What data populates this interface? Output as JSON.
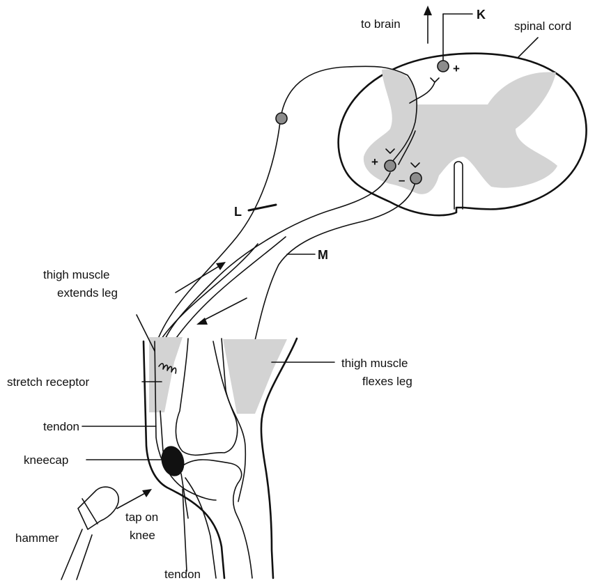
{
  "labels": {
    "to_brain": "to brain",
    "K": "K",
    "spinal_cord": "spinal cord",
    "L": "L",
    "M": "M",
    "thigh_extends_1": "thigh muscle",
    "thigh_extends_2": "extends leg",
    "stretch_receptor": "stretch receptor",
    "thigh_flexes_1": "thigh muscle",
    "thigh_flexes_2": "flexes leg",
    "tendon_upper": "tendon",
    "kneecap": "kneecap",
    "hammer": "hammer",
    "tap_1": "tap on",
    "tap_2": "knee",
    "tendon_lower": "tendon"
  },
  "synapse_signs": {
    "upper": "+",
    "left": "+",
    "right": "–"
  },
  "colors": {
    "grey_matter": "#d3d3d3",
    "cell_body": "#8c8c8c",
    "kneecap": "#111111"
  }
}
